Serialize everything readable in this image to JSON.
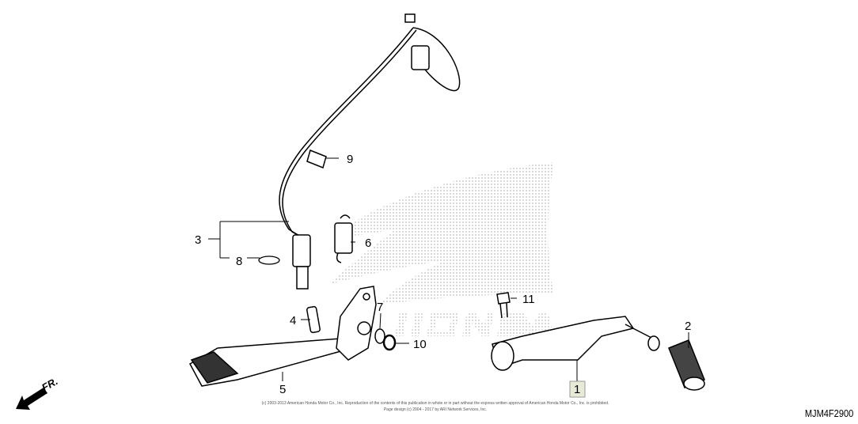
{
  "diagram": {
    "callouts": [
      "1",
      "2",
      "3",
      "4",
      "5",
      "6",
      "7",
      "8",
      "9",
      "10",
      "11"
    ],
    "highlighted_callout": "1",
    "direction_label": "FR.",
    "watermark": "HONDA",
    "diagram_code": "MJM4F2900",
    "copyright_line1": "(c) 2003-2013 American Honda Motor Co., Inc. Reproduction of the contents of this publication in whole or in part without the express written approval of American Honda Motor Co., Inc. is prohibited.",
    "copyright_line2": "Page design (c) 2004 - 2017 by ARI Network Services, Inc.",
    "colors": {
      "line": "#000000",
      "watermark": "#b0b0b0",
      "highlight_box": "#e8ead8"
    }
  }
}
